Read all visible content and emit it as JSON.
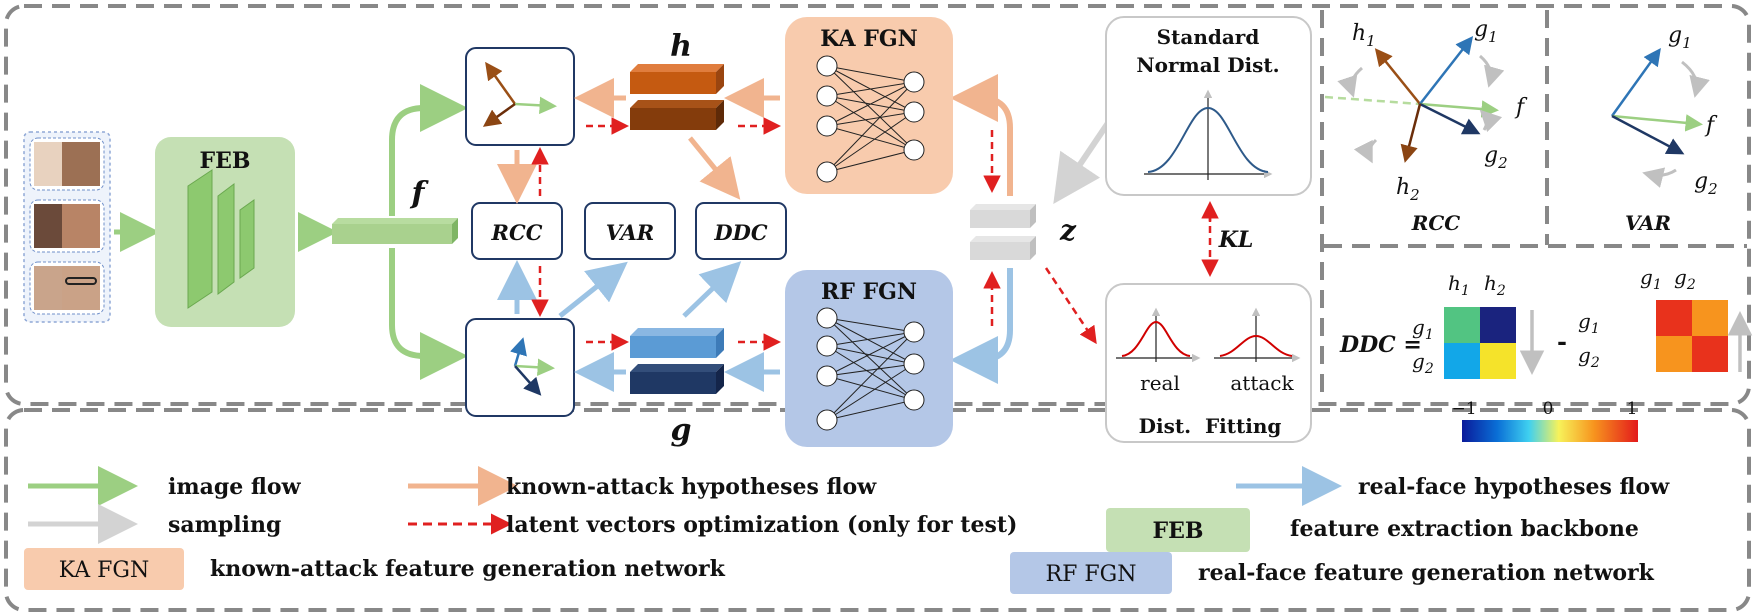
{
  "main": {
    "feb_label": "FEB",
    "f_label": "f",
    "h_label": "h",
    "g_label": "g",
    "z_label": "z",
    "ka_fgn_label": "KA FGN",
    "rf_fgn_label": "RF FGN",
    "rcc_box": "RCC",
    "var_box": "VAR",
    "ddc_box": "DDC",
    "normal_title_1": "Standard",
    "normal_title_2": "Normal Dist.",
    "kl_label": "KL",
    "real_label": "real",
    "attack_label": "attack",
    "fitting_title": "Dist.  Fitting"
  },
  "rcc_panel": {
    "h1": "h",
    "h1_sub": "1",
    "h2": "h",
    "h2_sub": "2",
    "g1": "g",
    "g1_sub": "1",
    "g2": "g",
    "g2_sub": "2",
    "f": "f",
    "caption": "RCC"
  },
  "var_panel": {
    "g1": "g",
    "g1_sub": "1",
    "g2": "g",
    "g2_sub": "2",
    "f": "f",
    "caption": "VAR"
  },
  "ddc_panel": {
    "lhs": "DDC =",
    "col_h1": "h",
    "col_h1_sub": "1",
    "col_h2": "h",
    "col_h2_sub": "2",
    "row_g1": "g",
    "row_g1_sub": "1",
    "row_g2": "g",
    "row_g2_sub": "2",
    "minus": "-",
    "col_g1": "g",
    "col_g1_sub": "1",
    "col_g2": "g",
    "col_g2_sub": "2",
    "row2_g1": "g",
    "row2_g1_sub": "1",
    "row2_g2": "g",
    "row2_g2_sub": "2",
    "scale_min": "−1",
    "scale_mid": "0",
    "scale_max": "1"
  },
  "legend": {
    "image_flow": "image flow",
    "sampling": "sampling",
    "ka_hyp_flow": "known-attack hypotheses flow",
    "latent_opt": "latent vectors optimization (only for test)",
    "rf_hyp_flow": "real-face hypotheses flow",
    "feb_box": "FEB",
    "feb_desc": "feature extraction backbone",
    "ka_box": "KA FGN",
    "ka_desc": "known-attack feature generation network",
    "rf_box": "RF FGN",
    "rf_desc": "real-face feature generation network"
  },
  "colors": {
    "green": "#9ccf82",
    "orange": "#f1b48f",
    "blue": "#9cc3e4",
    "red": "#e02020",
    "grey": "#d0d0d0",
    "ka_fill": "#f8cbad",
    "rf_fill": "#b4c7e7",
    "feb_fill": "#c5e0b4",
    "h_top": "#c55a11",
    "h_bottom": "#843c0c",
    "g_top": "#5b9bd5",
    "g_bottom": "#1f3864"
  }
}
